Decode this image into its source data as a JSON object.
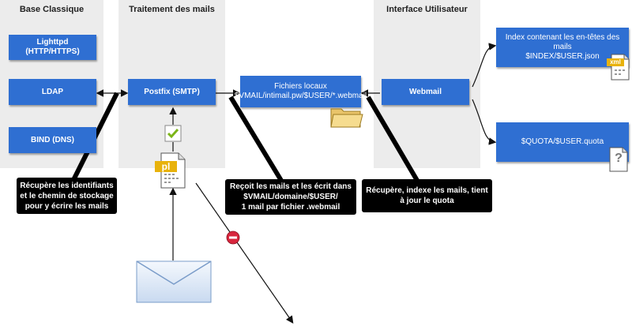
{
  "columns": {
    "base": "Base Classique",
    "mail": "Traitement des mails",
    "ui": "Interface Utilisateur"
  },
  "nodes": {
    "lighttpd": "Lighttpd (HTTP/HTTPS)",
    "ldap": "LDAP",
    "bind": "BIND (DNS)",
    "postfix": "Postfix (SMTP)",
    "files_line1": "Fichiers locaux",
    "files_line2": "$VMAIL/intimail.pw/$USER/*.webmail",
    "webmail": "Webmail",
    "index_line1": "Index contenant les en-têtes des mails",
    "index_line2": "$INDEX/$USER.json",
    "quota": "$QUOTA/$USER.quota"
  },
  "callouts": {
    "ldap_l1": "Récupère les identifiants",
    "ldap_l2": "et le chemin de stockage",
    "ldap_l3": "pour y écrire les mails",
    "files_l1": "Reçoit les mails et les écrit dans",
    "files_l2": "$VMAIL/domaine/$USER/",
    "files_l3": "1 mail par fichier .webmail",
    "webmail_l1": "Récupère, indexe les mails, tient",
    "webmail_l2": "à jour le quota"
  },
  "icons": {
    "script_label": "pl",
    "xml_label": "xml",
    "unknown_label": "?",
    "names": [
      "check-icon",
      "perl-script-icon",
      "envelope-icon",
      "no-entry-icon",
      "folder-icon",
      "xml-file-icon",
      "unknown-file-icon"
    ]
  },
  "colors": {
    "node": "#2f6fd2",
    "column": "#ececec",
    "callout": "#000000",
    "check": "#7cb518",
    "blocked": "#d7263d",
    "script": "#e8b20c"
  }
}
